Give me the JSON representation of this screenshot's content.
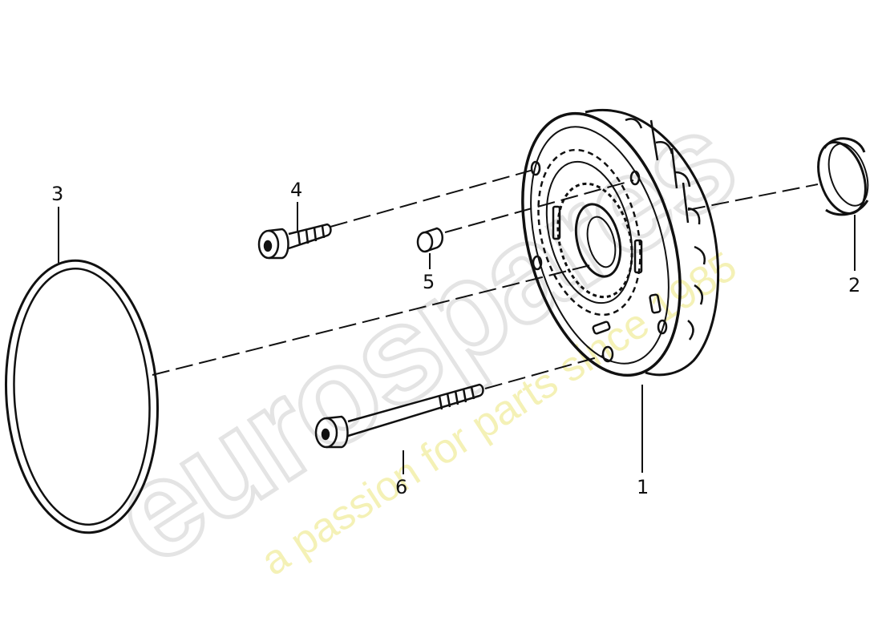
{
  "callouts": {
    "c1": "1",
    "c2": "2",
    "c3": "3",
    "c4": "4",
    "c5": "5",
    "c6": "6"
  },
  "watermark": {
    "brand": "eurospares",
    "tagline": "a passion for parts since 1985"
  },
  "colors": {
    "line": "#111111",
    "watermark_brand": "#e6e6e6",
    "watermark_tagline": "#f3f0b0"
  }
}
